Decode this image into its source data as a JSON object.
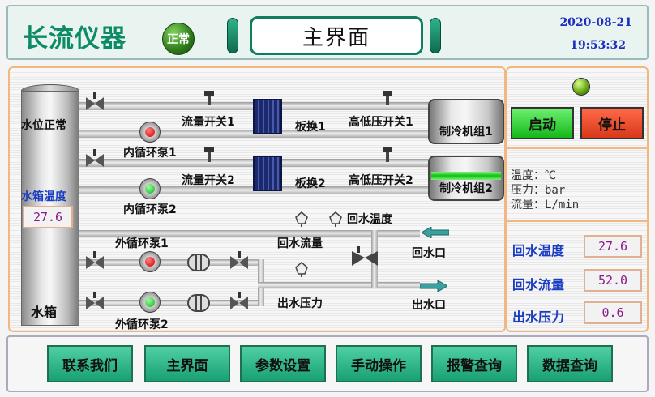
{
  "header": {
    "brand": "长流仪器",
    "status": "正常",
    "title": "主界面",
    "date": "2020-08-21",
    "time": "19:53:32"
  },
  "tank": {
    "level_label": "水位正常",
    "temp_label": "水箱温度",
    "temp_value": "27.6",
    "name": "水箱"
  },
  "loop1": {
    "flow_switch": "流量开关1",
    "pump": "内循环泵1",
    "plate": "板换1",
    "pressure_switch": "高低压开关1",
    "chiller": "制冷机组1"
  },
  "loop2": {
    "flow_switch": "流量开关2",
    "pump": "内循环泵2",
    "plate": "板换2",
    "pressure_switch": "高低压开关2",
    "chiller": "制冷机组2"
  },
  "outer": {
    "pump1": "外循环泵1",
    "pump2": "外循环泵2",
    "return_flow": "回水流量",
    "return_temp": "回水温度",
    "return_port": "回水口",
    "outlet_pressure": "出水压力",
    "outlet_port": "出水口"
  },
  "side": {
    "start": "启动",
    "stop": "停止",
    "unit_temp": "温度：℃",
    "unit_pressure": "压力：bar",
    "unit_flow": "流量：L/min",
    "readings": [
      {
        "label": "回水温度",
        "value": "27.6"
      },
      {
        "label": "回水流量",
        "value": "52.0"
      },
      {
        "label": "出水压力",
        "value": "0.6"
      }
    ]
  },
  "nav": [
    "联系我们",
    "主界面",
    "参数设置",
    "手动操作",
    "报警查询",
    "数据查询"
  ],
  "colors": {
    "brand": "#0d8a66",
    "clock": "#1b2dbf",
    "value": "#8a1a8a",
    "nav": "#18a074",
    "start": "#14b81a",
    "stop": "#d8381a"
  }
}
